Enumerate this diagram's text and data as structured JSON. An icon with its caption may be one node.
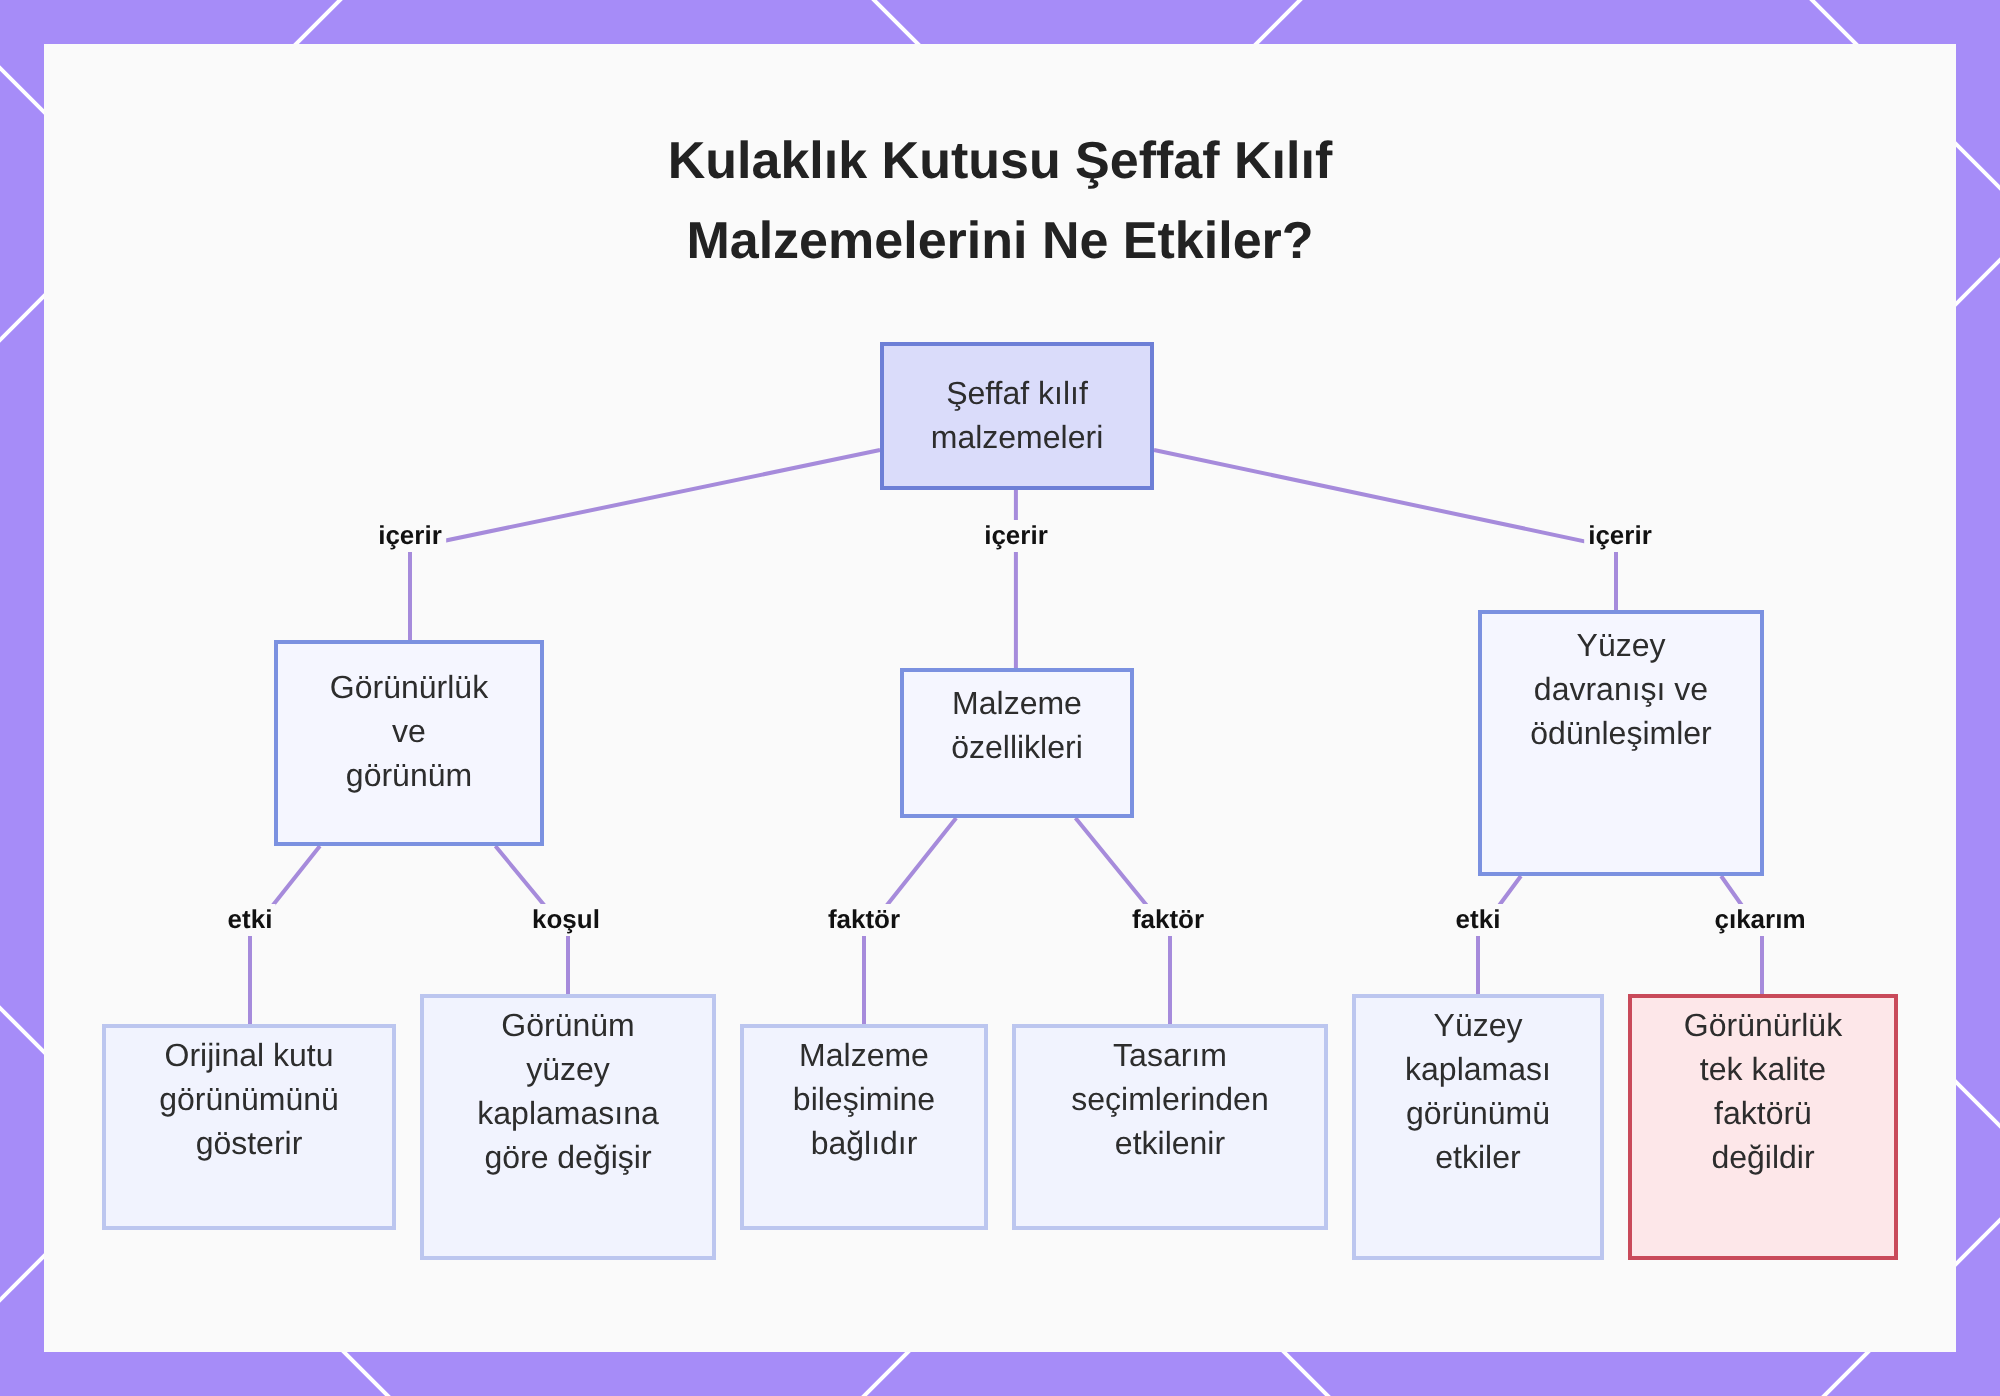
{
  "diagram": {
    "title": "Kulaklık Kutusu Şeffaf Kılıf Malzemelerini Ne Etkiler?",
    "nodes": [
      {
        "text": [
          "Şeffaf kılıf malzemeleri"
        ]
      },
      {
        "text": [
          "Görünürlük ve görünüm"
        ]
      },
      {
        "text": [
          "Malzeme özellikleri"
        ]
      },
      {
        "text": [
          "Yüzey davranışı ve ödünleşimler"
        ]
      },
      {
        "text": [
          "Orijinal kutu görünümünü gösterir"
        ]
      },
      {
        "text": [
          "Görünüm yüzey kaplamasına göre değişir"
        ]
      },
      {
        "text": [
          "Malzeme bileşimine bağlıdır"
        ]
      },
      {
        "text": [
          "Tasarım seçimlerinden etkilenir"
        ]
      },
      {
        "text": [
          "Yüzey kaplaması görünümü etkiler"
        ]
      },
      {
        "text": [
          "Görünürlük tek kalite faktörü değildir"
        ]
      }
    ],
    "edges": [
      {
        "from": 0,
        "to": 1,
        "arrow": "none",
        "label": "içerir"
      },
      {
        "from": 0,
        "to": 2,
        "arrow": "none",
        "label": "içerir"
      },
      {
        "from": 0,
        "to": 3,
        "arrow": "none",
        "label": "içerir"
      },
      {
        "from": 1,
        "to": 4,
        "arrow": "none",
        "label": "etki"
      },
      {
        "from": 1,
        "to": 5,
        "arrow": "none",
        "label": "koşul"
      },
      {
        "from": 2,
        "to": 6,
        "arrow": "none",
        "label": "faktör"
      },
      {
        "from": 2,
        "to": 7,
        "arrow": "none",
        "label": "faktör"
      },
      {
        "from": 3,
        "to": 8,
        "arrow": "none",
        "label": "etki"
      },
      {
        "from": 3,
        "to": 9,
        "arrow": "none",
        "label": "çıkarım"
      }
    ]
  }
}
